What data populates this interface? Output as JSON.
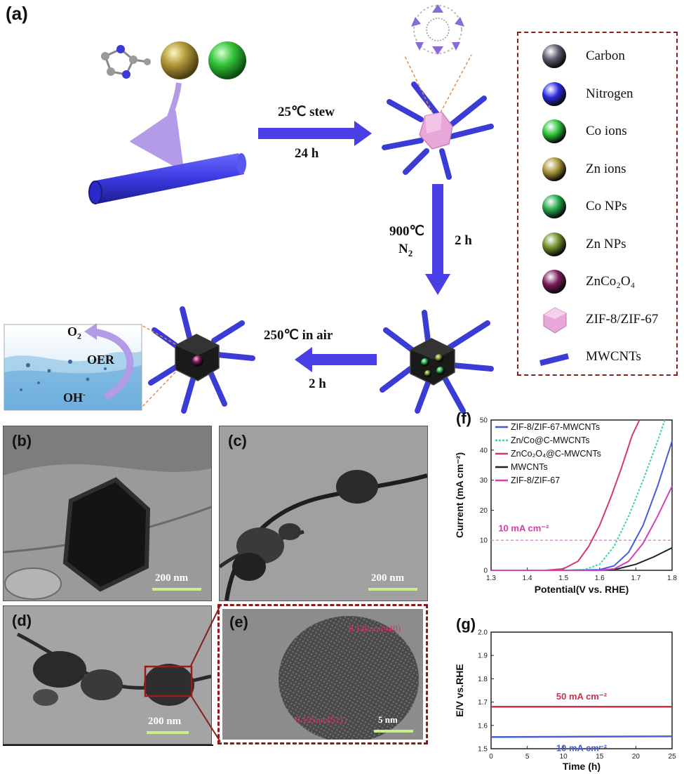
{
  "panels": {
    "a": "(a)",
    "b": "(b)",
    "c": "(c)",
    "d": "(d)",
    "e": "(e)",
    "f": "(f)",
    "g": "(g)"
  },
  "scheme": {
    "step1_top": "25℃  stew",
    "step1_bottom": "24 h",
    "step2_left": "900℃",
    "step2_left_sub": "N",
    "step2_left_sub_index": "2",
    "step2_right": "2 h",
    "step3_top": "250℃ in air",
    "step3_bottom": "2 h",
    "inset_o2": "O",
    "inset_o2_index": "2",
    "inset_oer": "OER",
    "inset_oh": "OH",
    "inset_oh_sup": "-"
  },
  "legend": {
    "items": [
      {
        "label": "Carbon",
        "color": "#5a5a6e"
      },
      {
        "label": "Nitrogen",
        "color": "#2a2ae0"
      },
      {
        "label": "Co ions",
        "color": "#2fc23a"
      },
      {
        "label": "Zn ions",
        "color": "#a89236"
      },
      {
        "label": "Co NPs",
        "color": "#22a84a"
      },
      {
        "label": "Zn NPs",
        "color": "#6f8c28"
      },
      {
        "label": "ZnCo₂O₄",
        "color": "#7a1a5a"
      },
      {
        "label": "ZIF-8/ZIF-67",
        "color": "#e9a6d8"
      },
      {
        "label": "MWCNTs",
        "color": "#3b3bd6"
      }
    ]
  },
  "tem": {
    "b_scale": "200 nm",
    "c_scale": "200 nm",
    "d_scale": "200 nm",
    "e_scale": "5 nm",
    "e_label1": "0.140nm(440)",
    "e_label2": "0.155nm(511)"
  },
  "chart_data": [
    {
      "type": "line",
      "panel": "(f)",
      "xlabel": "Potential(V vs. RHE)",
      "ylabel": "Current (mA cm⁻²)",
      "xlim": [
        1.3,
        1.8
      ],
      "ylim": [
        0,
        50
      ],
      "xticks": [
        "1.3",
        "1.4",
        "1.5",
        "1.6",
        "1.7",
        "1.8"
      ],
      "yticks": [
        "0",
        "10",
        "20",
        "30",
        "40",
        "50"
      ],
      "annotation": "10 mA cm⁻²",
      "reference_line_y": 10,
      "legend_position": "top-left",
      "series": [
        {
          "name": "ZIF-8/ZIF-67-MWCNTs",
          "color": "#3f5fd8",
          "dash": false,
          "x": [
            1.3,
            1.5,
            1.6,
            1.64,
            1.68,
            1.72,
            1.76,
            1.8
          ],
          "y": [
            0,
            0,
            0.2,
            1.5,
            6,
            15,
            28,
            43
          ]
        },
        {
          "name": "Zn/Co@C-MWCNTs",
          "color": "#3dd6a0",
          "dash": true,
          "x": [
            1.3,
            1.5,
            1.56,
            1.6,
            1.64,
            1.68,
            1.72,
            1.76,
            1.78
          ],
          "y": [
            0,
            0,
            0.3,
            2,
            8,
            18,
            30,
            43,
            50
          ]
        },
        {
          "name": "ZnCo₂O₄@C-MWCNTs",
          "color": "#d03a6e",
          "dash": false,
          "x": [
            1.3,
            1.45,
            1.5,
            1.54,
            1.57,
            1.6,
            1.63,
            1.66,
            1.69,
            1.71
          ],
          "y": [
            0,
            0,
            0.5,
            3,
            8,
            15,
            24,
            34,
            45,
            50
          ]
        },
        {
          "name": "MWCNTs",
          "color": "#222222",
          "dash": false,
          "x": [
            1.3,
            1.6,
            1.65,
            1.7,
            1.75,
            1.8
          ],
          "y": [
            0,
            0,
            0.5,
            2,
            4.5,
            7.5
          ]
        },
        {
          "name": "ZIF-8/ZIF-67",
          "color": "#d040c0",
          "dash": false,
          "x": [
            1.3,
            1.6,
            1.64,
            1.68,
            1.72,
            1.76,
            1.8
          ],
          "y": [
            0,
            0,
            0.5,
            3,
            9,
            18,
            28
          ]
        }
      ]
    },
    {
      "type": "line",
      "panel": "(g)",
      "xlabel": "Time (h)",
      "ylabel": "E/V vs.RHE",
      "xlim": [
        0,
        25
      ],
      "ylim": [
        1.5,
        2.0
      ],
      "xticks": [
        "0",
        "5",
        "10",
        "15",
        "20",
        "25"
      ],
      "yticks": [
        "1.5",
        "1.6",
        "1.7",
        "1.8",
        "1.9",
        "2.0"
      ],
      "series": [
        {
          "name": "50 mA cm⁻²",
          "color": "#d0304a",
          "x": [
            0,
            25
          ],
          "y": [
            1.68,
            1.68
          ]
        },
        {
          "name": "10 mA cm⁻²",
          "color": "#4a60d0",
          "x": [
            0,
            25
          ],
          "y": [
            1.55,
            1.553
          ]
        }
      ]
    }
  ]
}
